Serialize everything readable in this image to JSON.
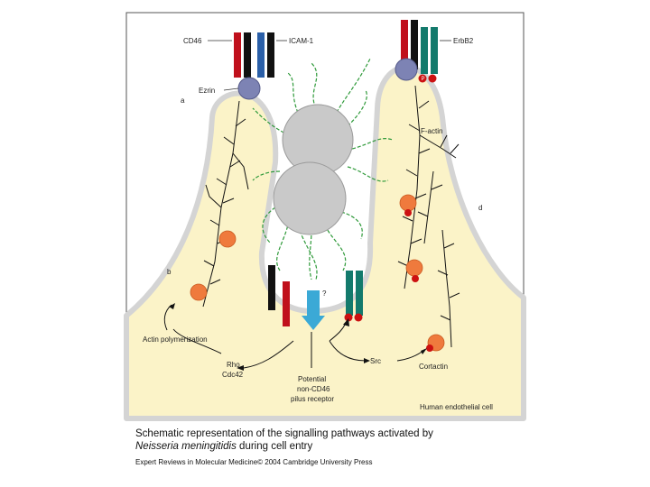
{
  "figure": {
    "colors": {
      "cell": "#fbf3c8",
      "membrane": "#d4d4d4",
      "cd46": "#c0101c",
      "icam": "#2a5fa8",
      "erbb2": "#137a6c",
      "receptor_black": "#111111",
      "bacteria": "#c9c9c9",
      "pili": "#2f9a3a",
      "ezrin": "#7d83b4",
      "cortactin": "#ef7a3d",
      "phospho": "#cc1111",
      "signal_arrow": "#3ba9d6"
    },
    "labels": {
      "cd46": "CD46",
      "icam1": "ICAM-1",
      "erbb2": "ErbB2",
      "ezrin": "Ezrin",
      "f_actin": "F-actin",
      "panel_a": "a",
      "panel_b": "b",
      "panel_d": "d",
      "question": "?",
      "actin_poly": "Actin polymerization",
      "rho": "Rho",
      "cdc42": "Cdc42",
      "src": "Src",
      "cortactin": "Cortactin",
      "potential_1": "Potential",
      "potential_2": "non-CD46",
      "potential_3": "pilus receptor",
      "human_cell": "Human endothelial cell",
      "p": "P"
    }
  },
  "caption": {
    "title_line1": "Schematic representation of the signalling pathways activated by",
    "title_species": "Neisseria meningitidis",
    "title_rest": " during cell entry",
    "credit": "Expert Reviews in Molecular Medicine© 2004 Cambridge University Press"
  }
}
